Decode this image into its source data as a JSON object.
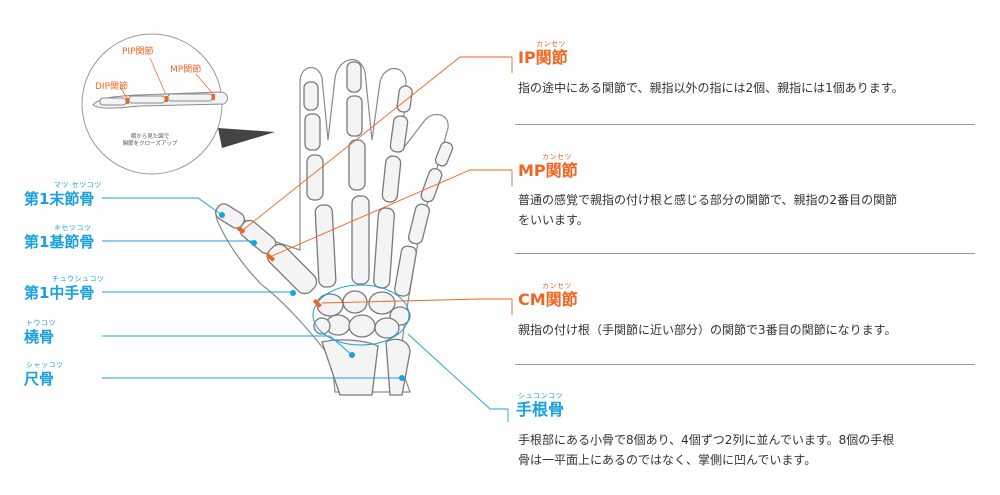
{
  "inset": {
    "pip_label": "PIP関節",
    "mp_label": "MP関節",
    "dip_label": "DIP関節",
    "note_line1": "横から見た図で",
    "note_line2": "関節をクローズアップ"
  },
  "left_labels": [
    {
      "ruby": "マツ セツコツ",
      "name": "第1末節骨"
    },
    {
      "ruby": "キセツコツ",
      "name": "第1基節骨"
    },
    {
      "ruby": "チュウシュコツ",
      "name": "第1中手骨"
    },
    {
      "ruby": "トウコツ",
      "name": "橈骨"
    },
    {
      "ruby": "シャッコツ",
      "name": "尺骨"
    }
  ],
  "right_sections": [
    {
      "ruby": "カンセツ",
      "title": "IP関節",
      "lines": [
        "指の途中にある関節で、親指以外の指には2個、親指には1個あります。"
      ]
    },
    {
      "ruby": "カンセツ",
      "title": "MP関節",
      "lines": [
        "普通の感覚で親指の付け根と感じる部分の関節で、親指の2番目の関節",
        "をいいます。"
      ]
    },
    {
      "ruby": "カンセツ",
      "title": "CM関節",
      "lines": [
        "親指の付け根（手関節に近い部分）の関節で3番目の関節になります。"
      ]
    },
    {
      "ruby": "シュコンコツ",
      "title": "手根骨",
      "lines": [
        "手根部にある小骨で8個あり、4個ずつ2列に並んでいます。8個の手根",
        "骨は一平面上にあるのではなく、掌側に凹んでいます。"
      ]
    }
  ],
  "colors": {
    "blue": "#1aa0de",
    "orange": "#f06522",
    "bone_fill": "#f4f4f4",
    "bone_stroke": "#7a7a7a"
  }
}
